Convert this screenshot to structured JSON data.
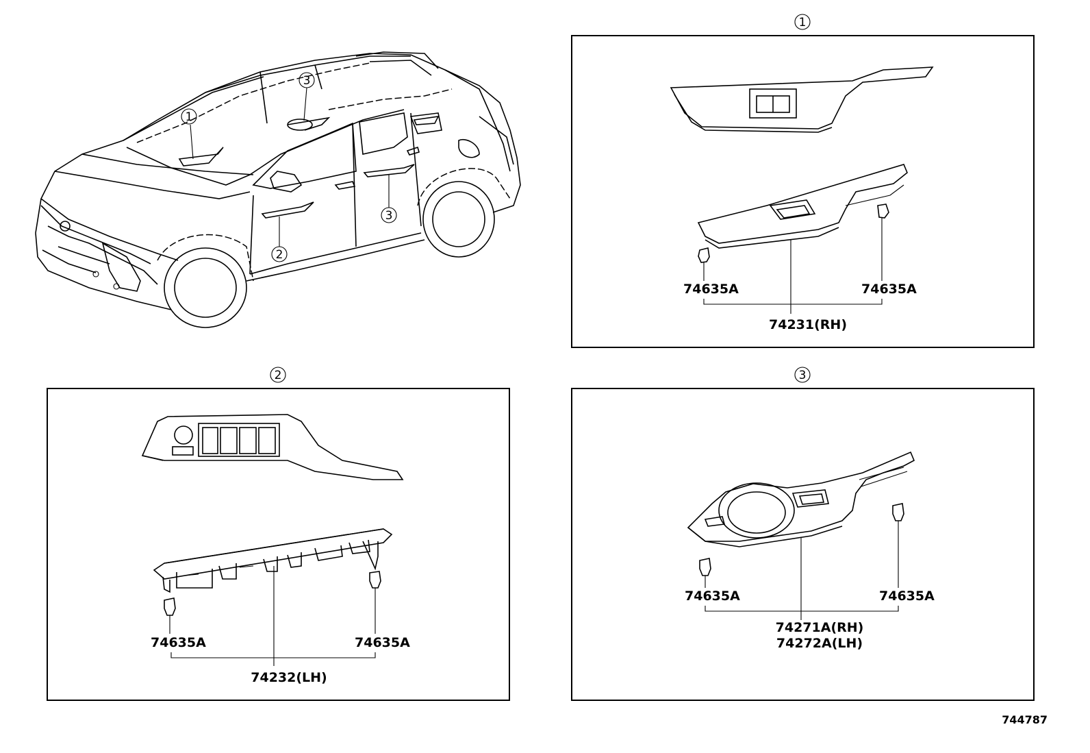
{
  "diagram": {
    "callouts": {
      "c1": "1",
      "c2": "2",
      "c3": "3"
    },
    "panel1": {
      "title": "1",
      "clip_left": "74635A",
      "clip_right": "74635A",
      "part": "74231(RH)"
    },
    "panel2": {
      "title": "2",
      "clip_left": "74635A",
      "clip_right": "74635A",
      "part": "74232(LH)"
    },
    "panel3": {
      "title": "3",
      "clip_left": "74635A",
      "clip_right": "74635A",
      "part_rh": "74271A(RH)",
      "part_lh": "74272A(LH)"
    },
    "figure_number": "744787"
  }
}
